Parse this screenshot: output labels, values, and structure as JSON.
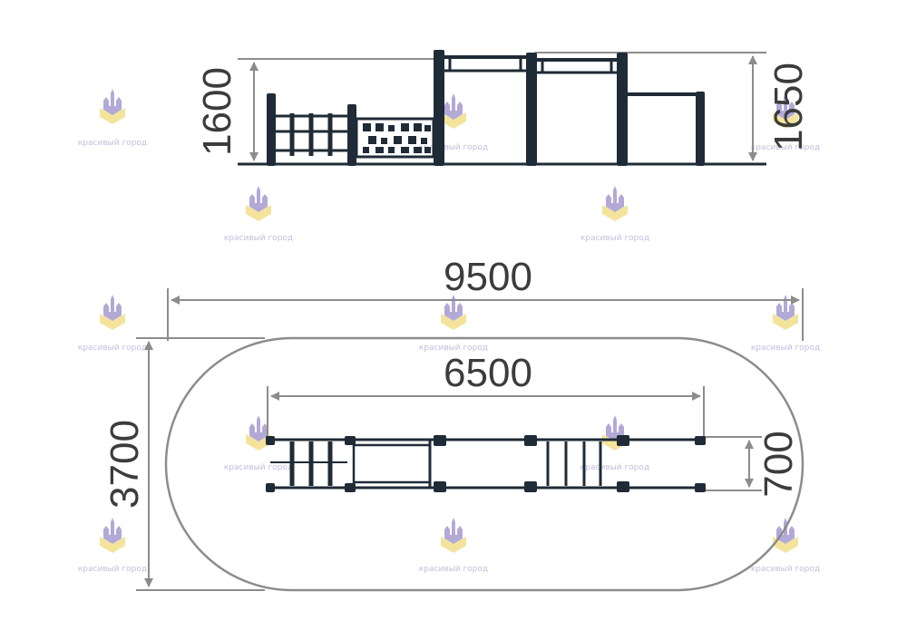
{
  "colors": {
    "structure": "#1f2b36",
    "dimension": "#8c8c8c",
    "label": "#3c3c3c",
    "watermark_logo": "#a59ad0",
    "watermark_accent": "#f2e08a"
  },
  "side_view": {
    "height_left": "1600",
    "height_right": "1650"
  },
  "plan_view": {
    "safety_zone_length": "9500",
    "safety_zone_width": "3700",
    "equipment_length": "6500",
    "equipment_width": "700"
  },
  "watermark": {
    "text": "красивый город",
    "icon": "castle-logo-icon"
  }
}
